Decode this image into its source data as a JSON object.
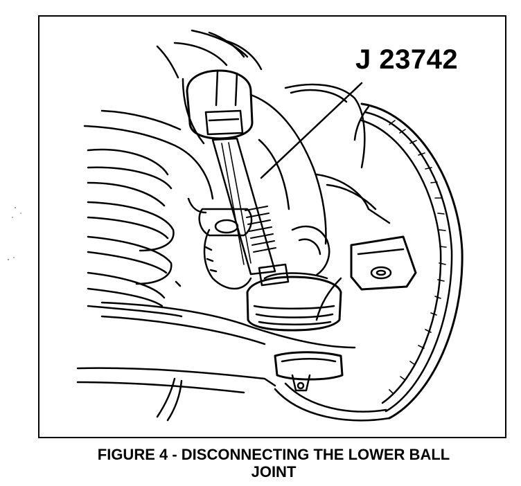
{
  "figure": {
    "tool_callout": "J 23742",
    "caption_line1": "FIGURE 4 - DISCONNECTING THE LOWER BALL",
    "caption_line2": "JOINT"
  },
  "colors": {
    "ink": "#000000",
    "paper": "#ffffff"
  },
  "illustration": {
    "parts": [
      "coil-spring",
      "lower-control-arm",
      "steering-knuckle",
      "brake-rotor",
      "ball-joint",
      "ball-joint-separator-tool",
      "tie-rod-end",
      "leader-line"
    ]
  }
}
